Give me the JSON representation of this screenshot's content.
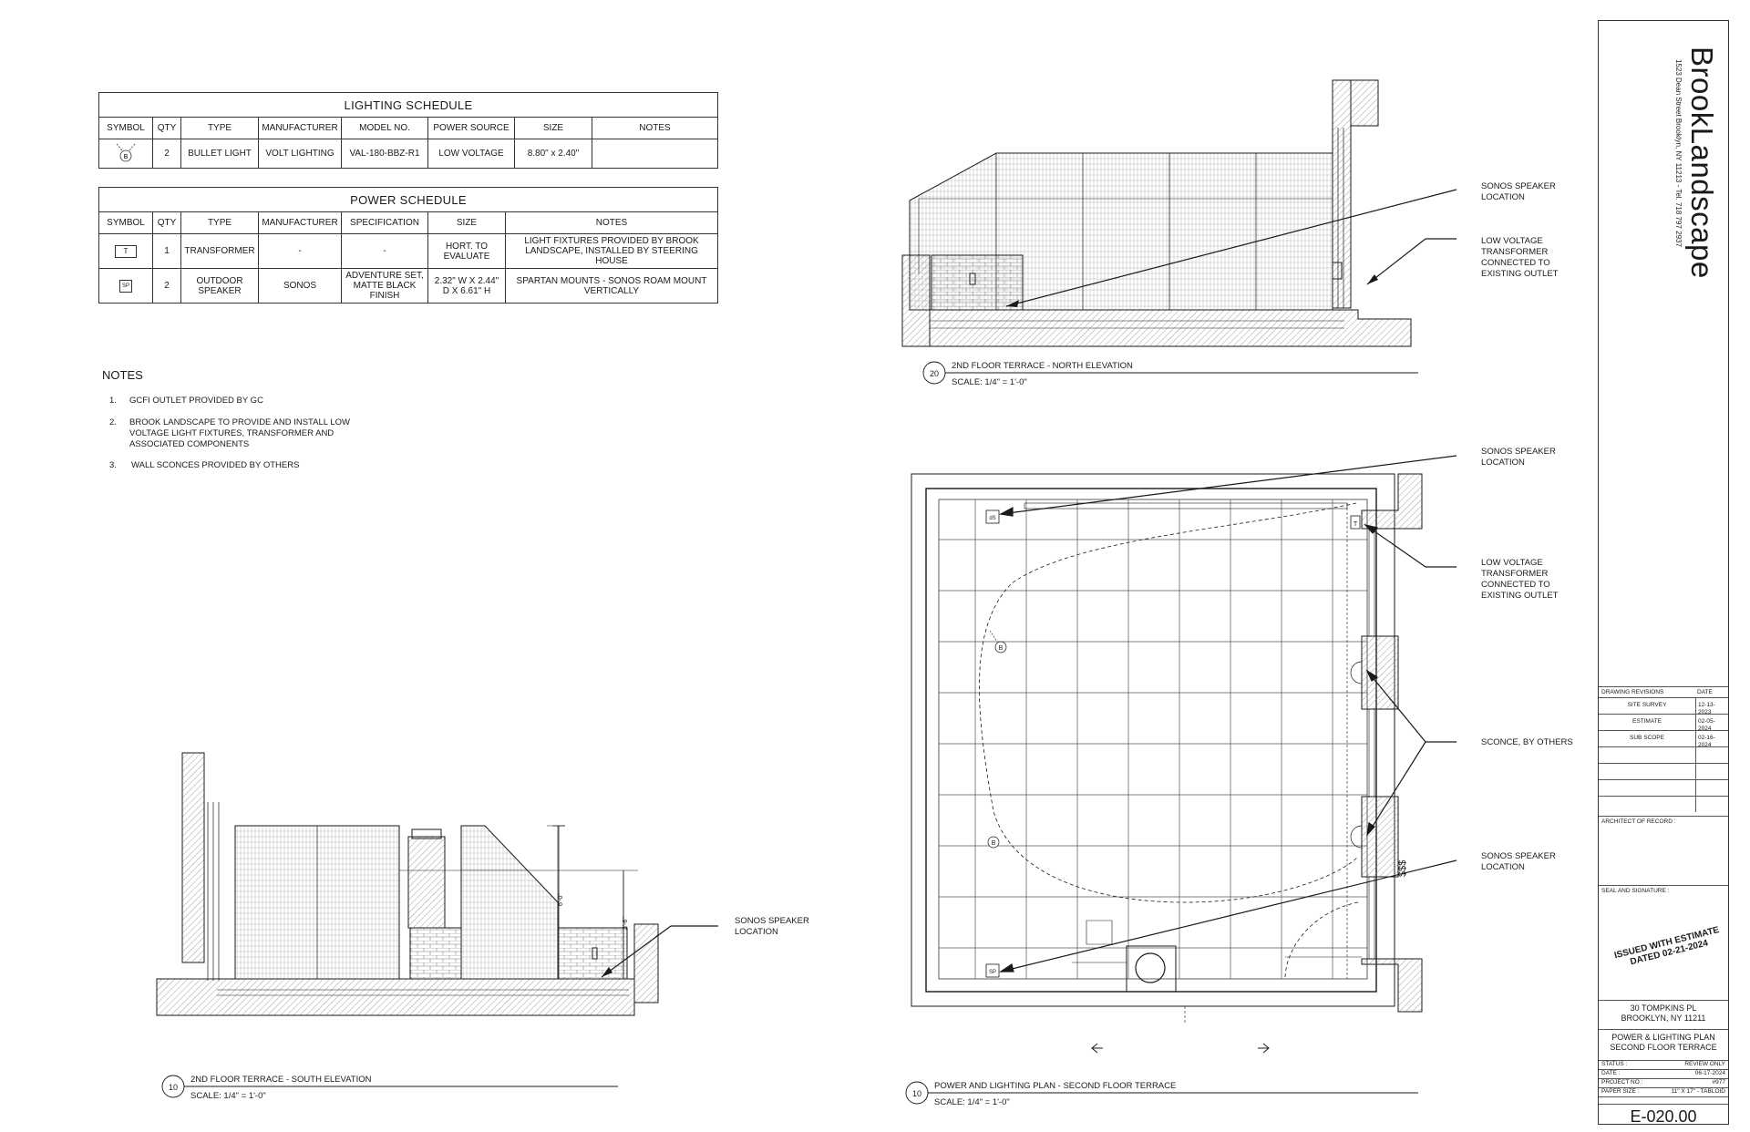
{
  "lighting_schedule": {
    "title": "LIGHTING SCHEDULE",
    "headers": [
      "SYMBOL",
      "QTY",
      "TYPE",
      "MANUFACTURER",
      "MODEL NO.",
      "POWER SOURCE",
      "SIZE",
      "NOTES"
    ],
    "rows": [
      {
        "symbol": "B",
        "qty": "2",
        "type": "BULLET LIGHT",
        "manufacturer": "VOLT LIGHTING",
        "model": "VAL-180-BBZ-R1",
        "power": "LOW VOLTAGE",
        "size": "8.80\" x 2.40\"",
        "notes": ""
      }
    ]
  },
  "power_schedule": {
    "title": "POWER SCHEDULE",
    "headers": [
      "SYMBOL",
      "QTY",
      "TYPE",
      "MANUFACTURER",
      "SPECIFICATION",
      "SIZE",
      "NOTES"
    ],
    "rows": [
      {
        "symbol": "T",
        "qty": "1",
        "type": "TRANSFORMER",
        "manufacturer": "-",
        "spec": "-",
        "size": "HORT. TO EVALUATE",
        "notes": "LIGHT FIXTURES PROVIDED BY BROOK LANDSCAPE, INSTALLED BY STEERING HOUSE"
      },
      {
        "symbol": "SP",
        "qty": "2",
        "type": "OUTDOOR SPEAKER",
        "manufacturer": "SONOS",
        "spec": "ADVENTURE SET, MATTE BLACK FINISH",
        "size": "2.32\" W X 2.44\" D X 6.61\" H",
        "notes": "SPARTAN MOUNTS - SONOS ROAM MOUNT VERTICALLY"
      }
    ]
  },
  "notes": {
    "title": "NOTES",
    "items": [
      {
        "num": "1.",
        "text": "GCFI OUTLET PROVIDED BY GC"
      },
      {
        "num": "2.",
        "text": "BROOK LANDSCAPE TO PROVIDE AND INSTALL LOW VOLTAGE LIGHT FIXTURES, TRANSFORMER AND ASSOCIATED COMPONENTS"
      },
      {
        "num": "3.",
        "text": "WALL SCONCES PROVIDED BY OTHERS"
      }
    ]
  },
  "drawings": {
    "north_elevation": {
      "number": "20",
      "title": "2ND FLOOR TERRACE - NORTH ELEVATION",
      "scale": "SCALE:  1/4\" = 1'-0\""
    },
    "south_elevation": {
      "number": "10",
      "title": "2ND FLOOR TERRACE - SOUTH ELEVATION",
      "scale": "SCALE:  1/4\" = 1'-0\""
    },
    "plan": {
      "number": "10",
      "title": "POWER AND LIGHTING PLAN - SECOND FLOOR TERRACE",
      "scale": "SCALE:  1/4\" = 1'-0\""
    }
  },
  "callouts": {
    "sonos_speaker": "SONOS SPEAKER\nLOCATION",
    "transformer": "LOW VOLTAGE\nTRANSFORMER\nCONNECTED TO\nEXISTING OUTLET",
    "sconce": "SCONCE, BY OTHERS"
  },
  "dimensions": {
    "fence_height": "6'-0\"",
    "rail_height": "3'-6\""
  },
  "plan_symbols": {
    "speaker_top": "dS",
    "speaker_bottom": "SP",
    "light": "B",
    "transformer": "T",
    "gfci": "$$$"
  },
  "title_block": {
    "firm": "BrookLandscape",
    "address": "1523 Dean Street Brooklyn, NY 11213 - Tel. 718 797 2937",
    "revisions_header": {
      "label": "DRAWING REVISIONS",
      "date": "DATE"
    },
    "revisions": [
      {
        "label": "SITE SURVEY",
        "date": "12-13-2023"
      },
      {
        "label": "ESTIMATE",
        "date": "02-05-2024"
      },
      {
        "label": "SUB SCOPE",
        "date": "02-16-2024"
      }
    ],
    "architect_label": "ARCHITECT OF RECORD :",
    "seal_label": "SEAL AND SIGNATURE :",
    "stamp": "ISSUED WITH ESTIMATE\nDATED 02-21-2024",
    "project_address": "30 TOMPKINS PL\nBROOKLYN, NY 11211",
    "sheet_title": "POWER & LIGHTING PLAN\nSECOND FLOOR TERRACE",
    "meta": [
      {
        "label": "STATUS :",
        "value": "REVIEW ONLY"
      },
      {
        "label": "DATE :",
        "value": "06-17-2024"
      },
      {
        "label": "PROJECT NO :",
        "value": "#977"
      },
      {
        "label": "PAPER SIZE :",
        "value": "11\" X 17\" - TABLOID"
      }
    ],
    "sheet_number": "E-020.00"
  },
  "colors": {
    "line": "#1a1a1a",
    "hatch": "#888888",
    "grid": "#555555"
  }
}
